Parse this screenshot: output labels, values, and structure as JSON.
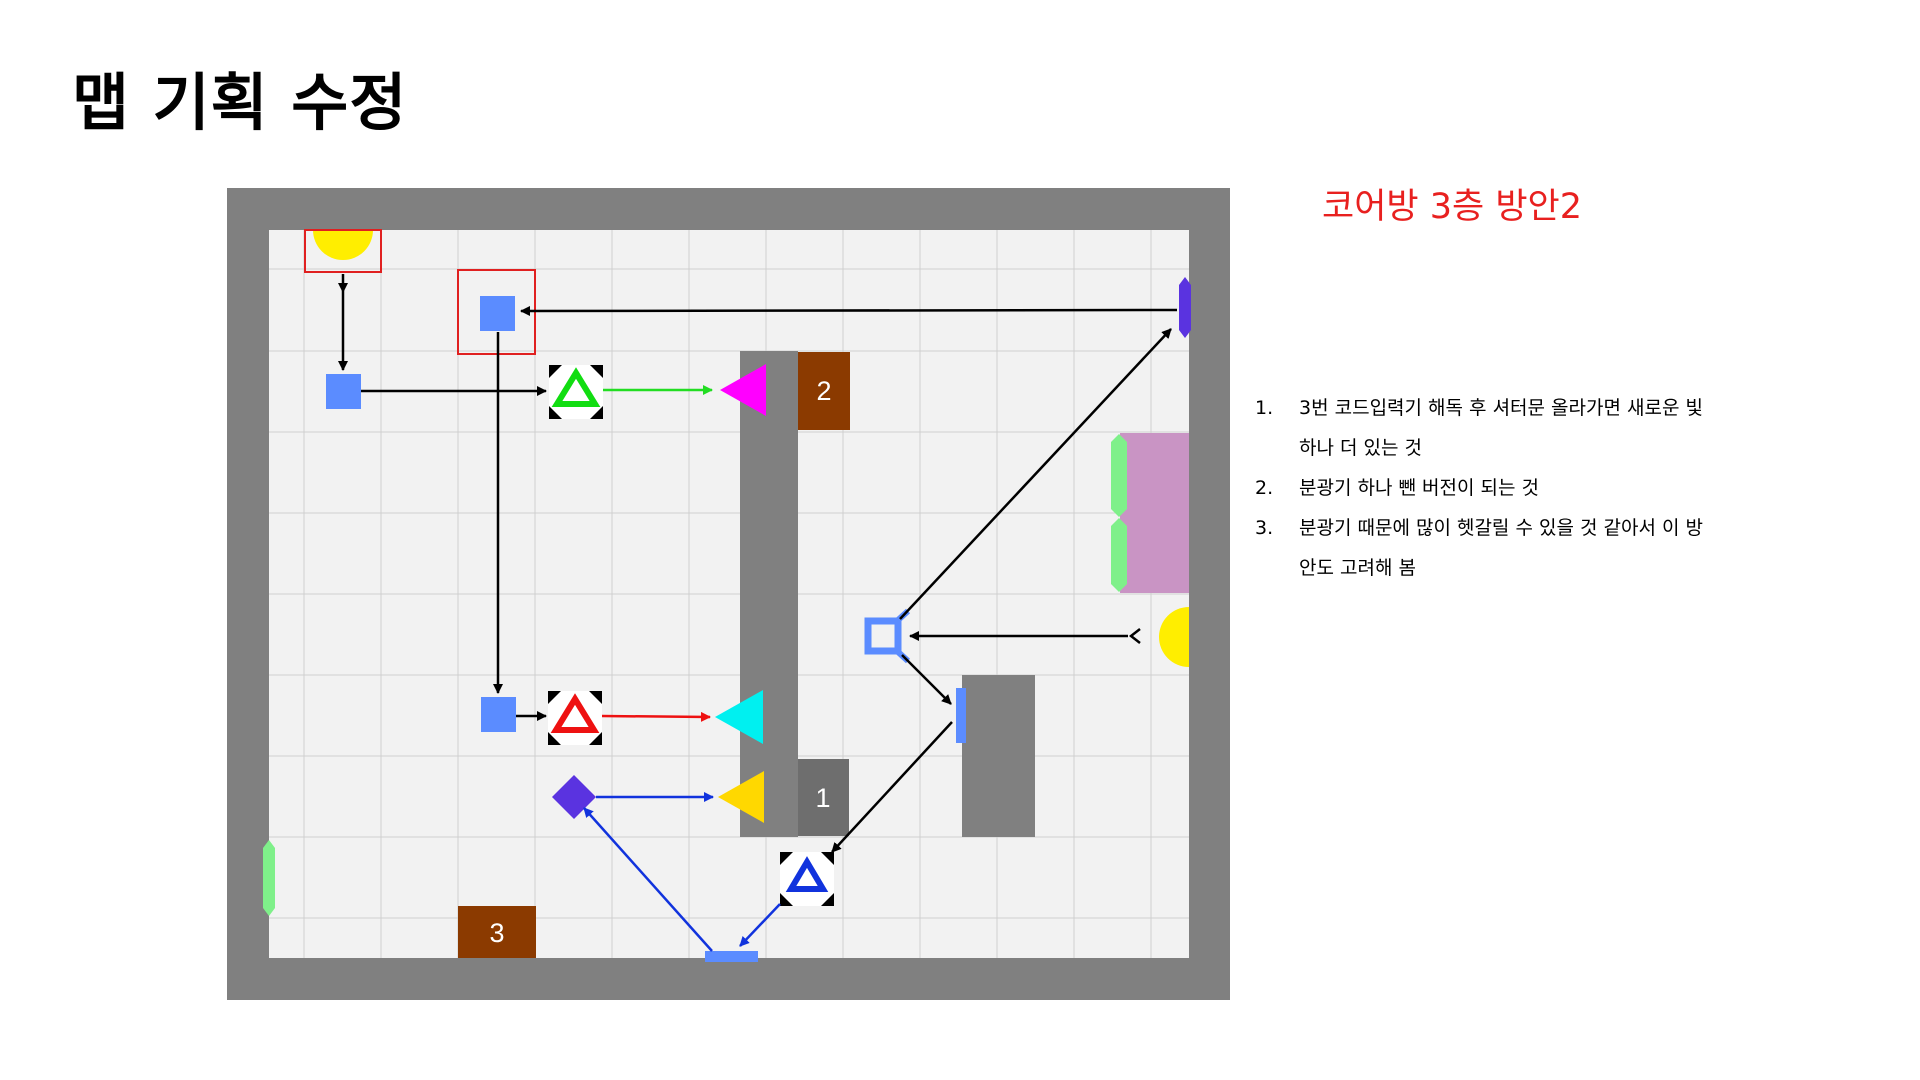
{
  "title": "맵 기획 수정",
  "subtitle": "코어방 3층 방안2",
  "notes": [
    {
      "num": "1.",
      "text": "3번 코드입력기 해독 후 셔터문 올라가면 새로운 빛 하나 더 있는 것"
    },
    {
      "num": "2.",
      "text": "분광기 하나 뺀 버전이 되는 것"
    },
    {
      "num": "3.",
      "text": "분광기 때문에 많이 헷갈릴 수 있을 것 같아서 이 방안도 고려해 봄"
    }
  ],
  "map": {
    "room_labels": {
      "box_1": "1",
      "box_2": "2",
      "box_3": "3"
    },
    "colors": {
      "wall": "#808080",
      "floor": "#f2f2f2",
      "grid": "#d0d0d0",
      "mirror_blue": "#5b8cff",
      "door_brown": "#8b3a00",
      "highlight_red": "#e02020",
      "light_yellow": "#ffee00",
      "triangle_magenta": "#ff00ff",
      "triangle_cyan": "#00f0f0",
      "triangle_yellow": "#ffd800",
      "diamond_purple": "#5a33e0",
      "gate_green": "#7ff08a",
      "zone_pink": "#c994c4",
      "arrow_green": "#22dd22",
      "arrow_red": "#ee1111",
      "arrow_blue": "#1133dd"
    },
    "icons": {
      "light_source": "semicircle-light-icon",
      "mirror": "square-mirror-icon",
      "sensor": "triangle-sensor-icon",
      "target": "triangle-target-icon",
      "splitter": "prism-splitter-icon",
      "diamond": "diamond-crystal-icon"
    }
  }
}
